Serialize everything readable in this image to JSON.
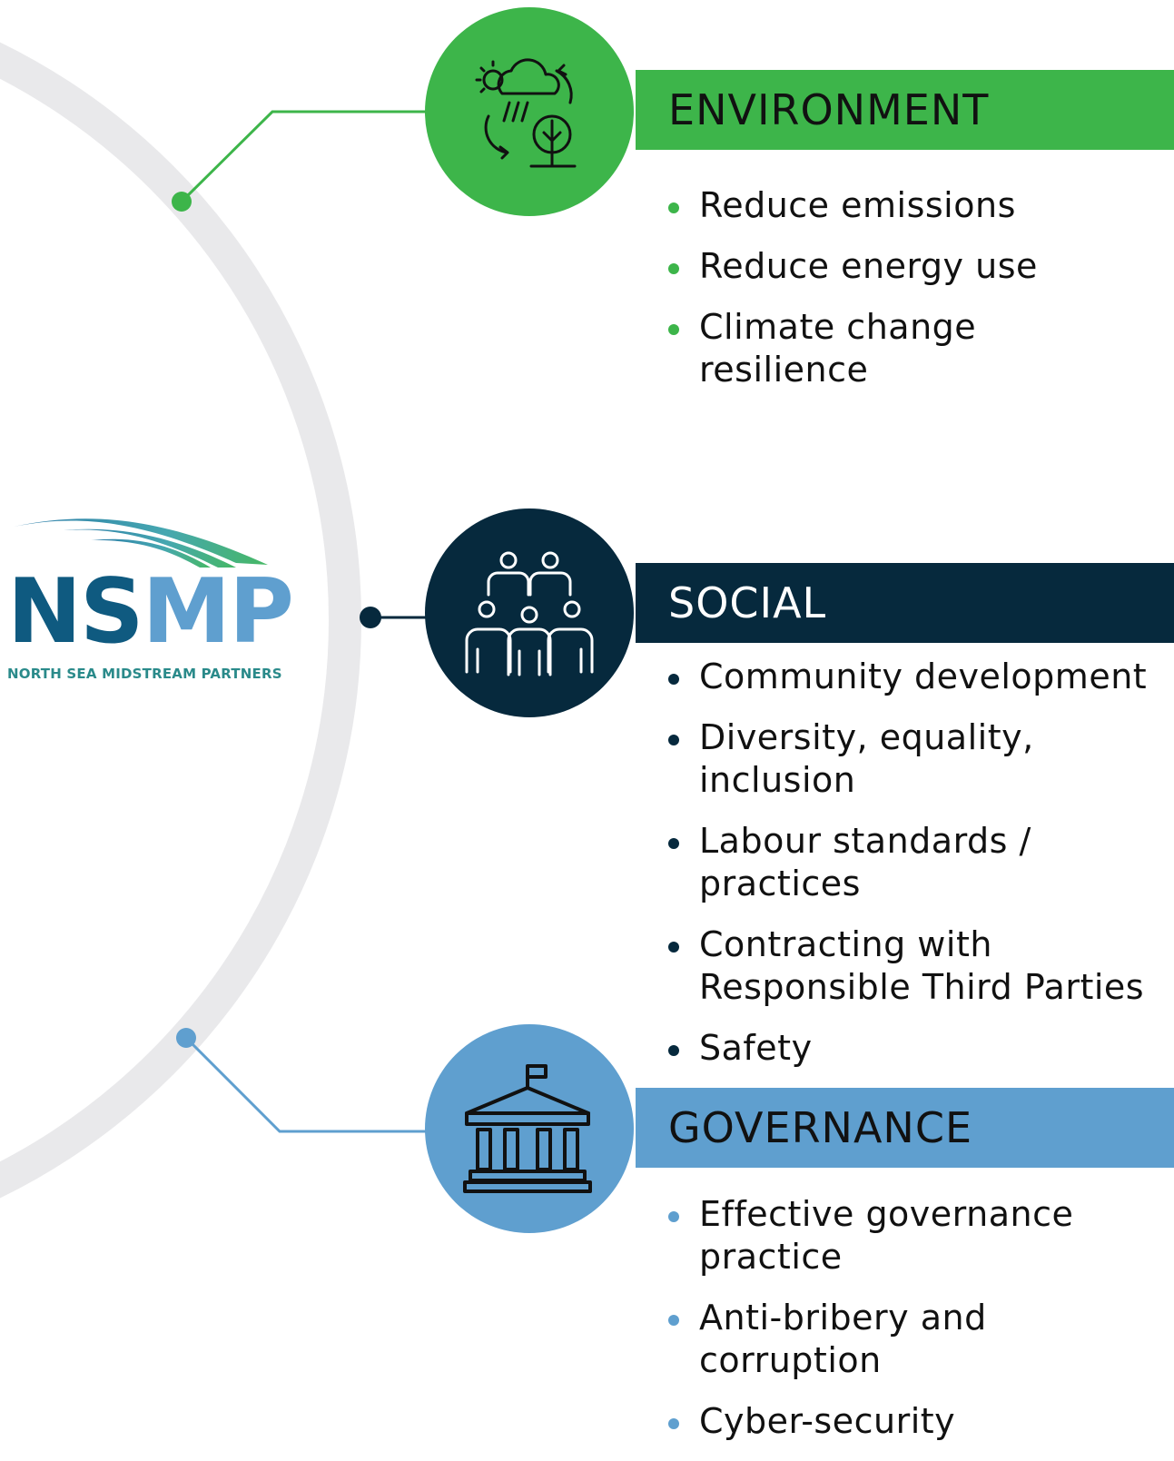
{
  "colors": {
    "environment": "#3db54a",
    "social": "#06293d",
    "governance": "#5f9fcf",
    "ring": "#e9e9eb",
    "logo_dark": "#0f5a80",
    "logo_light": "#5f9fcf",
    "logo_sub": "#2a8a8a"
  },
  "logo": {
    "letters": [
      "N",
      "S",
      "M",
      "P"
    ],
    "tagline": "NORTH SEA MIDSTREAM PARTNERS",
    "icon": "waves-logo-icon"
  },
  "sections": [
    {
      "key": "environment",
      "title": "ENVIRONMENT",
      "icon": "climate-cloud-tree-icon",
      "items": [
        "Reduce emissions",
        "Reduce energy use",
        "Climate change resilience"
      ]
    },
    {
      "key": "social",
      "title": "SOCIAL",
      "icon": "people-group-icon",
      "items": [
        "Community development",
        "Diversity, equality, inclusion",
        "Labour standards / practices",
        "Contracting with Responsible Third Parties",
        "Safety"
      ]
    },
    {
      "key": "governance",
      "title": "GOVERNANCE",
      "icon": "institution-building-icon",
      "items": [
        "Effective governance practice",
        "Anti-bribery and corruption",
        "Cyber-security"
      ]
    }
  ]
}
